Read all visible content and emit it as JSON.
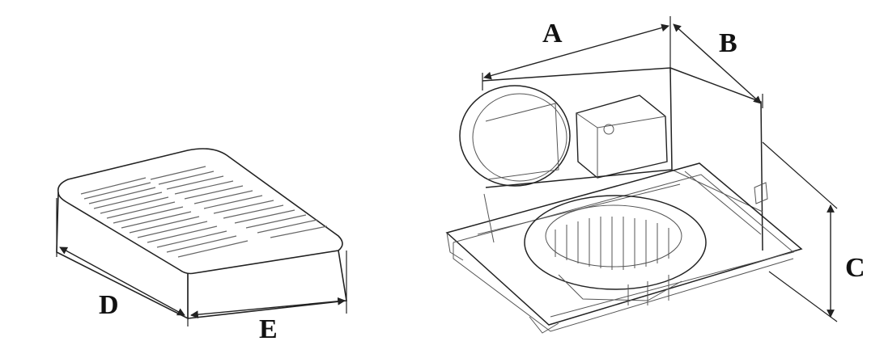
{
  "labels": {
    "a": "A",
    "b": "B",
    "c": "C",
    "d": "D",
    "e": "E"
  },
  "colors": {
    "ink": "#222222",
    "background": "#ffffff"
  }
}
